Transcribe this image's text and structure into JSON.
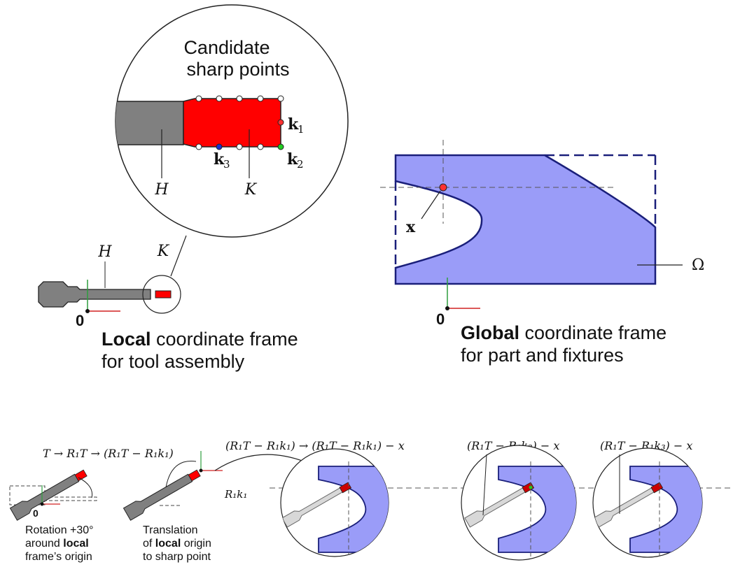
{
  "zoom_inset": {
    "title_line1": "Candidate",
    "title_line2": "sharp points",
    "holder_label": "H",
    "knife_label": "K",
    "k1_base": "k",
    "k1_sub": "1",
    "k2_base": "k",
    "k2_sub": "2",
    "k3_base": "k",
    "k3_sub": "3"
  },
  "local_frame": {
    "holder_label": "H",
    "knife_label": "K",
    "origin_label": "0",
    "caption_bold": "Local",
    "caption_rest": " coordinate frame",
    "caption_line2": "for tool assembly"
  },
  "global_frame": {
    "point_label": "x",
    "region_label": "Ω",
    "origin_label": "0",
    "caption_bold": "Global",
    "caption_rest": " coordinate frame",
    "caption_line2": "for part and fixtures"
  },
  "sequence": {
    "eq1": "T → R₁T → (R₁T − R₁k₁)",
    "eq2": "(R₁T − R₁k₁) → (R₁T − R₁k₁) − x",
    "eq3": "(R₁T − R₁k₂) − x",
    "eq4": "(R₁T − R₁k₃) − x",
    "r1k1_label": "R₁k₁",
    "origin_label": "0",
    "rotation_line1": "Rotation +30°",
    "rotation_line2_pre": "around ",
    "rotation_line2_bold": "local",
    "rotation_line3": "frame’s origin",
    "translation_line1": "Translation",
    "translation_line2_pre": "of ",
    "translation_line2_bold": "local",
    "translation_line2_post": " origin",
    "translation_line3": "to sharp point"
  },
  "colors": {
    "tool_gray": "#808080",
    "knife_red": "#ff0000",
    "part_blue": "#9a9cf8",
    "outline_navy": "#1a1f7a",
    "axis_green": "#2e9e3e",
    "axis_red": "#d02020"
  }
}
